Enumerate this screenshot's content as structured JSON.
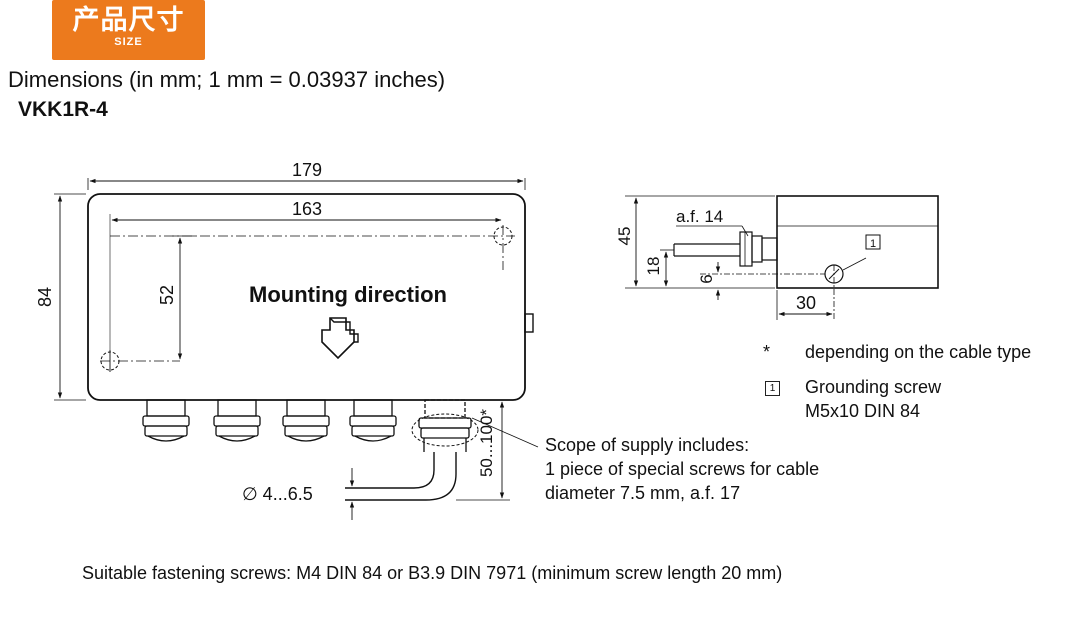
{
  "badge": {
    "title_cn": "产品尺寸",
    "title_en": "SIZE",
    "color": "#ec7a1d"
  },
  "heading": "Dimensions (in mm; 1 mm = 0.03937 inches)",
  "model": "VKK1R-4",
  "front_view": {
    "overall_width": "179",
    "hole_spacing_x": "163",
    "overall_height": "84",
    "hole_spacing_y": "52",
    "mounting_label": "Mounting direction",
    "cable_length": "50...100*",
    "cable_diameter": "∅ 4...6.5"
  },
  "side_view": {
    "across_flats": "a.f. 14",
    "height": "45",
    "cable_height": "18",
    "offset": "6",
    "depth": "30",
    "grounding_marker": "1"
  },
  "notes": {
    "asterisk": "*",
    "asterisk_text": "depending on the cable type",
    "grounding_marker": "1",
    "grounding_line1": "Grounding screw",
    "grounding_line2": "M5x10 DIN 84",
    "scope_line1": "Scope of supply includes:",
    "scope_line2": "1 piece of special screws for cable",
    "scope_line3": "diameter 7.5 mm, a.f. 17"
  },
  "footer": "Suitable fastening screws: M4 DIN 84 or B3.9 DIN 7971 (minimum screw length 20 mm)"
}
